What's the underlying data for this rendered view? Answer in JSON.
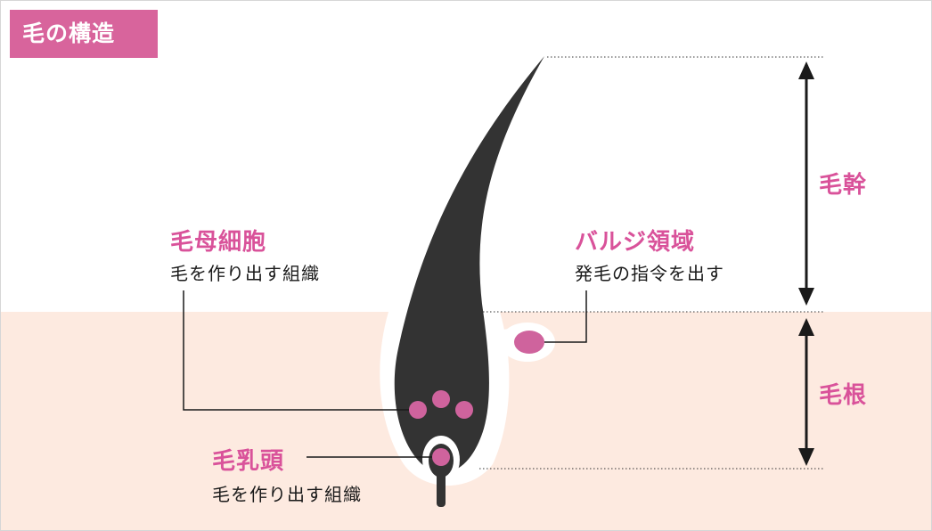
{
  "header": {
    "title": "毛の構造"
  },
  "labels": {
    "hair_matrix": {
      "title": "毛母細胞",
      "desc": "毛を作り出す組織"
    },
    "bulge": {
      "title": "バルジ領域",
      "desc": "発毛の指令を出す"
    },
    "dermal_papilla": {
      "title": "毛乳頭",
      "desc": "毛を作り出す組織"
    }
  },
  "measures": {
    "shaft": "毛幹",
    "root": "毛根"
  },
  "colors": {
    "accent": "#d9529a",
    "badge": "#d8649c",
    "skin": "#fdeae0",
    "hair": "#333333",
    "cell": "#cf639d"
  }
}
